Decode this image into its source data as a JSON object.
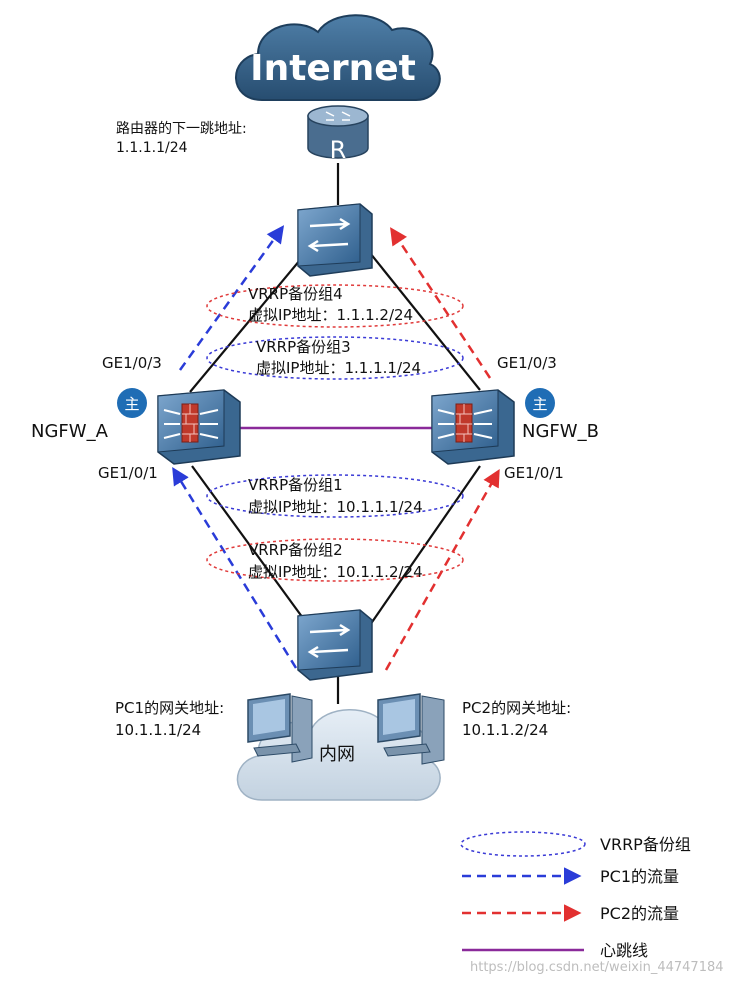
{
  "internet": {
    "label": "Internet",
    "router_glyph": "R",
    "icon": "cloud-icon"
  },
  "router_nexthop": {
    "line1": "路由器的下一跳地址:",
    "line2": "1.1.1.1/24"
  },
  "vrrp_groups": [
    {
      "line1": "VRRP备份组4",
      "line2": "虚拟IP地址：1.1.1.2/24",
      "color": "#e03a3a"
    },
    {
      "line1": "VRRP备份组3",
      "line2": "虚拟IP地址：1.1.1.1/24",
      "color": "#3a3ad6"
    },
    {
      "line1": "VRRP备份组1",
      "line2": "虚拟IP地址：10.1.1.1/24",
      "color": "#3a3ad6"
    },
    {
      "line1": "VRRP备份组2",
      "line2": "虚拟IP地址：10.1.1.2/24",
      "color": "#e03a3a"
    }
  ],
  "ngfw_a": {
    "name": "NGFW_A",
    "up_port": "GE1/0/3",
    "down_port": "GE1/0/1",
    "badge": "主"
  },
  "ngfw_b": {
    "name": "NGFW_B",
    "up_port": "GE1/0/3",
    "down_port": "GE1/0/1",
    "badge": "主"
  },
  "pc1": {
    "line1": "PC1的网关地址:",
    "line2": "10.1.1.1/24"
  },
  "pc2": {
    "line1": "PC2的网关地址:",
    "line2": "10.1.1.2/24"
  },
  "intranet": {
    "label": "内网"
  },
  "legend": {
    "vrrp": "VRRP备份组",
    "pc1": "PC1的流量",
    "pc2": "PC2的流量",
    "heartbeat": "心跳线"
  },
  "colors": {
    "pc1_flow": "#2a3cd8",
    "pc2_flow": "#e23030",
    "heartbeat": "#8a2a9a",
    "badge": "#1f6db5"
  },
  "watermark": "https://blog.csdn.net/weixin_44747184"
}
